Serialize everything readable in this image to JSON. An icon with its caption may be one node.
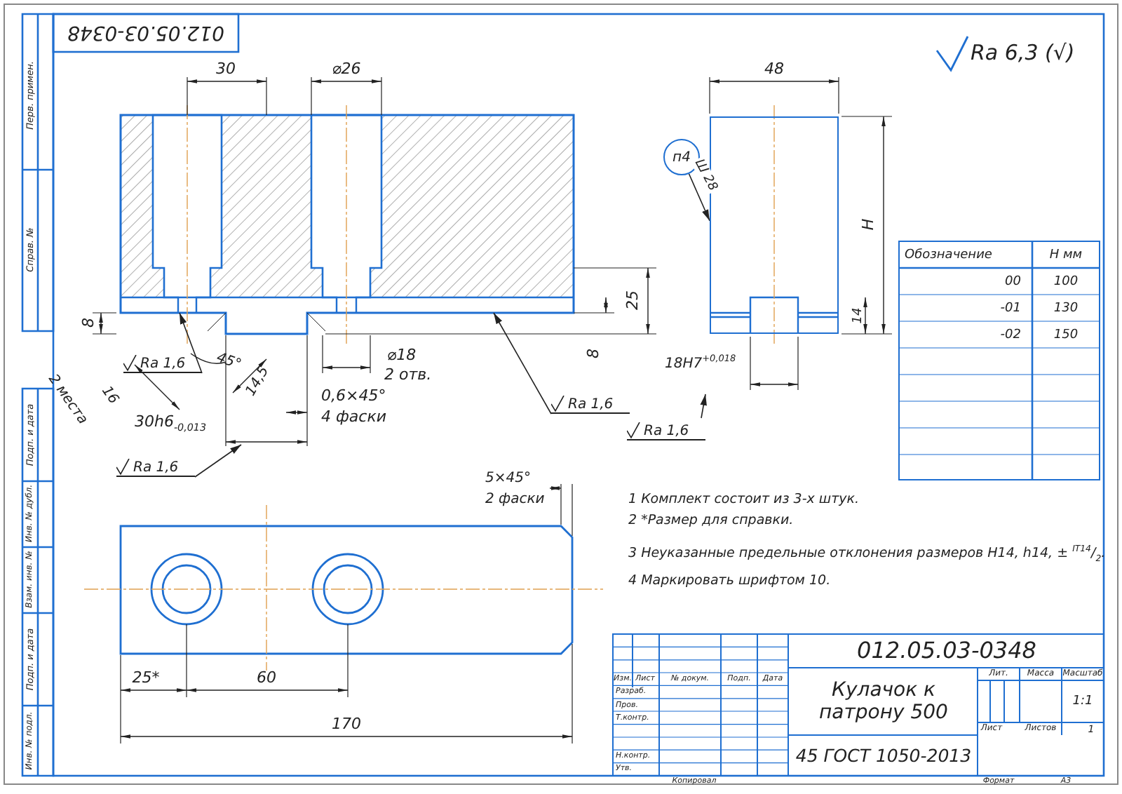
{
  "diagram": {
    "nodes": [
      {
        "text": [
          "п4"
        ]
      },
      {
        "text": [],
        "shape": "box"
      },
      {
        "text": [
          "Ra 1,6"
        ]
      },
      {
        "text": [
          "Ra 1,6"
        ]
      },
      {
        "text": [
          "Ra 1,6"
        ]
      },
      {
        "text": [
          "Ra 1,6"
        ]
      },
      {
        "text": [],
        "shape": "picture"
      }
    ],
    "edges": [
      {
        "from": 0,
        "to": 1,
        "arrow": "to",
        "label": "Ш 28"
      },
      {
        "from": 2,
        "to": 6,
        "arrow": "to"
      },
      {
        "from": 3,
        "to": null,
        "arrow": "to"
      },
      {
        "from": 4,
        "to": 6,
        "arrow": "to"
      },
      {
        "from": 5,
        "to": null,
        "arrow": "to"
      }
    ],
    "labels": [
      "012.05.03-0348",
      "Перв. примен.",
      "Справ. №",
      "Подп. и дата",
      "Инв. № дубл.",
      "Взам. инв. №",
      "Подп. и дата",
      "Инв. № подл.",
      "Ra 6,3 (√)",
      "30",
      "⌀26",
      "25",
      "8",
      "8",
      "⌀18",
      "2 отв.",
      "0,6×45°",
      "4 фаски",
      "45°",
      "14,5",
      "16",
      "2 места",
      "30h6$_{-0,013}$",
      "48",
      "H",
      "14",
      "18H7$^{+0,018}$",
      "Обозначение",
      "H мм",
      "00",
      "100",
      "-01",
      "130",
      "-02",
      "150",
      "5×45°",
      "2 фаски",
      "25*",
      "60",
      "170",
      "1 Комплект состоит из 3-х штук.",
      "2 *Размер для справки.",
      "3 Неуказанные предельные отклонения размеров H14, h14, ± $^{IT14}$/$_{2}$.",
      "4 Маркировать шрифтом 10.",
      "012.05.03-0348",
      "Кулачок к патрону 500",
      "45 ГОСТ 1050-2013",
      "Лит.",
      "Масса",
      "Масштаб",
      "1:1",
      "Лист",
      "Листов",
      "1",
      "Изм.",
      "Лист",
      "№ докум.",
      "Подп.",
      "Дата",
      "Разраб.",
      "Пров.",
      "Т.контр.",
      "Н.контр.",
      "Утв.",
      "Копировал",
      "Формат",
      "A3"
    ]
  }
}
